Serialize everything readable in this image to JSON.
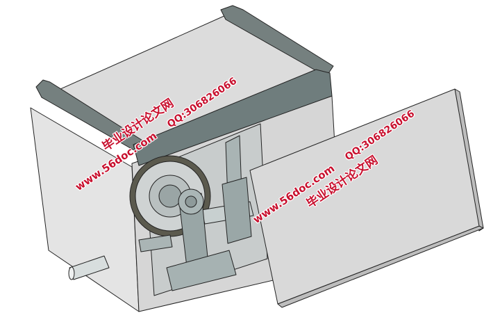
{
  "watermarks": [
    {
      "site_name": "毕业设计论文网",
      "url": "www.56doc.com",
      "qq": "QQ:306826066"
    },
    {
      "site_name": "毕业设计论文网",
      "url": "www.56doc.com",
      "qq": "QQ:306826066"
    }
  ],
  "colors": {
    "watermark": "#c8102e",
    "housing": "#dcdcdc",
    "rail": "#6f7d7d",
    "part": "#9aa8a8"
  }
}
